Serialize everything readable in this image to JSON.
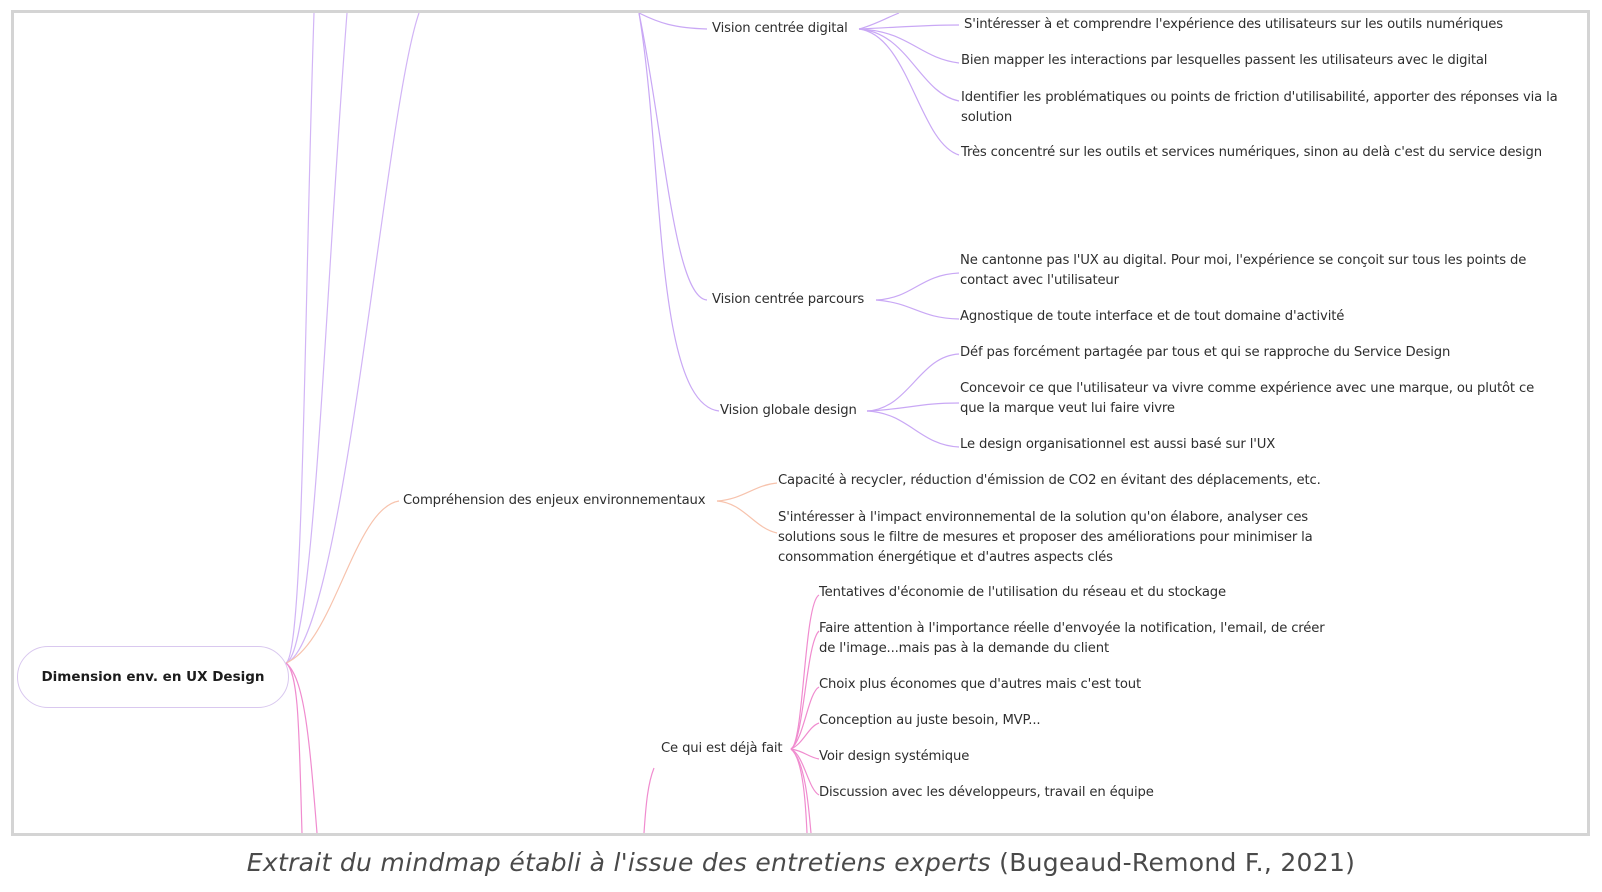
{
  "mindmap": {
    "root": "Dimension env. en UX Design",
    "vision_digital": {
      "label": "Vision centrée digital",
      "items": [
        "S'intéresser à et comprendre l'expérience des utilisateurs sur les outils numériques",
        "Bien mapper les interactions par lesquelles passent les utilisateurs avec le digital",
        "Identifier les problématiques ou points de friction d'utilisabilité, apporter des réponses via la solution",
        "Très concentré sur les outils et services numériques, sinon au delà c'est du service design"
      ]
    },
    "vision_parcours": {
      "label": "Vision centrée parcours",
      "items": [
        "Ne cantonne pas l'UX au digital. Pour moi, l'expérience se conçoit sur tous les points de contact avec l'utilisateur",
        "Agnostique de toute interface et de tout domaine d'activité"
      ]
    },
    "vision_globale": {
      "label": "Vision globale design",
      "items": [
        "Déf pas forcément partagée par tous et qui se rapproche du Service Design",
        "Concevoir ce que l'utilisateur va vivre comme expérience avec une marque, ou plutôt ce que la marque veut lui faire vivre",
        "Le design organisationnel est aussi basé sur l'UX"
      ]
    },
    "enjeux": {
      "label": "Compréhension des enjeux environnementaux",
      "items": [
        "Capacité à recycler, réduction d'émission de CO2 en évitant des déplacements, etc.",
        "S'intéresser à l'impact environnemental de la solution qu'on élabore, analyser ces solutions sous le filtre de mesures et proposer des améliorations pour minimiser la consommation énergétique et d'autres aspects clés"
      ]
    },
    "deja_fait": {
      "label": "Ce qui est déjà fait",
      "items": [
        "Tentatives d'économie de l'utilisation du réseau et du stockage",
        "Faire attention à l'importance réelle d'envoyée la notification, l'email, de créer de l'image...mais pas à la demande du client",
        "Choix plus économes que d'autres mais c'est tout",
        "Conception au juste besoin, MVP...",
        "Voir design systémique",
        "Discussion avec les développeurs, travail en équipe"
      ]
    },
    "colors": {
      "purple_branch": "#c9a8f5",
      "orange_branch": "#f7c3ad",
      "pink_branch": "#f08ccf"
    }
  },
  "caption": {
    "main": "Extrait du mindmap établi à l'issue des entretiens experts",
    "source": "(Bugeaud-Remond F., 2021)"
  }
}
